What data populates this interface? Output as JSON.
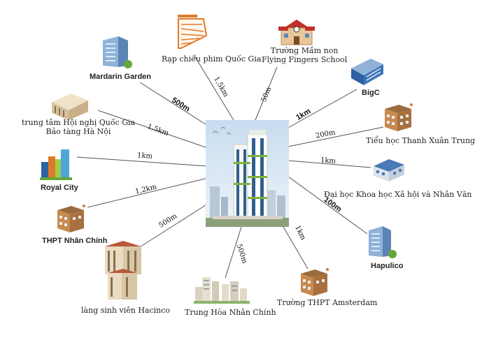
{
  "center": {
    "name": "tower-project-image"
  },
  "destinations": [
    {
      "id": "rap-chieu-phim",
      "name": "Rạp chiếu phim Quốc Gia",
      "distance": "1,5km"
    },
    {
      "id": "mam-non",
      "name": "Trường Mầm non\nFlying Fingers School",
      "distance": "50m"
    },
    {
      "id": "mardarin",
      "name": "Mardarin Garden",
      "distance": "500m"
    },
    {
      "id": "bigc",
      "name": "BigC",
      "distance": "1km"
    },
    {
      "id": "hoi-nghi",
      "name": "trung tâm Hội nghị Quốc Gia\nBảo tàng Hà Nội",
      "distance": "1,5km"
    },
    {
      "id": "tieu-hoc",
      "name": "Tiểu học Thanh Xuân Trung",
      "distance": "200m"
    },
    {
      "id": "royal-city",
      "name": "Royal City",
      "distance": "1km"
    },
    {
      "id": "dai-hoc",
      "name": "Đại học Khoa học Xã hội và Nhân Văn",
      "distance": "1km"
    },
    {
      "id": "thpt-nhan-chinh",
      "name": "THPT Nhân Chính",
      "distance": "1,2km"
    },
    {
      "id": "hapulico",
      "name": "Hapulico",
      "distance": "100m"
    },
    {
      "id": "hacinco",
      "name": "làng sinh viên Hacinco",
      "distance": "500m"
    },
    {
      "id": "amsterdam",
      "name": "Trường THPT Amsterdam",
      "distance": "1km"
    },
    {
      "id": "trung-hoa",
      "name": "Trung Hòa Nhân Chính",
      "distance": "500m"
    }
  ],
  "colors": {
    "line": "#555555",
    "sky": "#dce9f5",
    "tower": "#ffffff",
    "accent": "#7fb23a"
  }
}
